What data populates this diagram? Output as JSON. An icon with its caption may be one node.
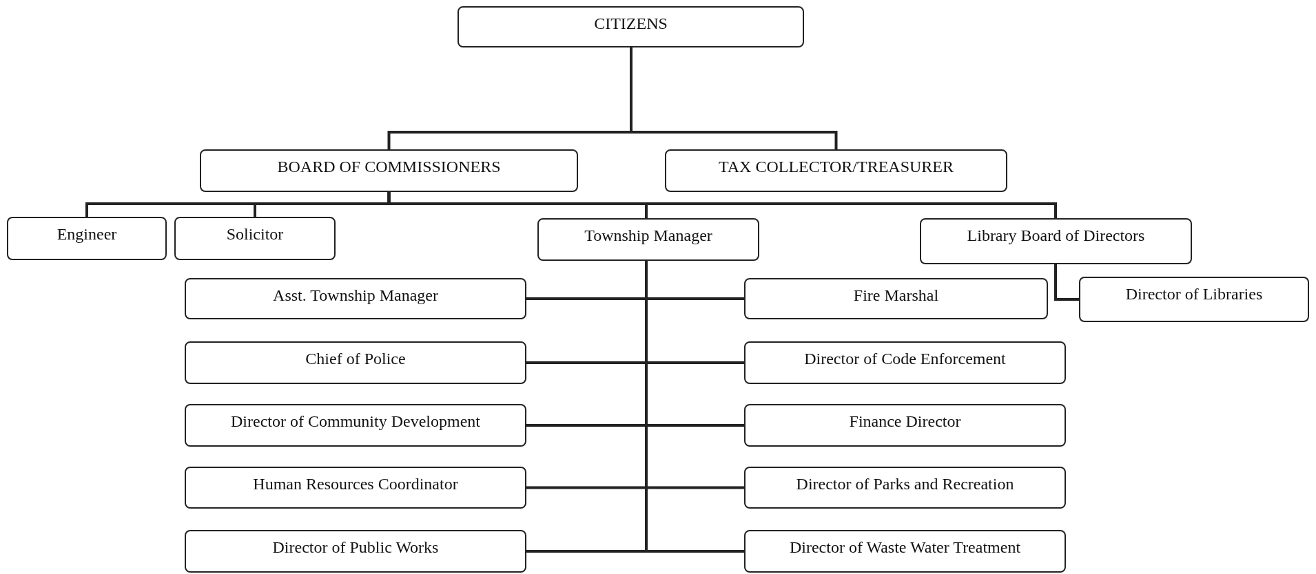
{
  "diagram": {
    "nodes": [
      {
        "text": [
          "CITIZENS"
        ]
      },
      {
        "text": [
          "BOARD OF COMMISSIONERS"
        ]
      },
      {
        "text": [
          "TAX COLLECTOR/TREASURER"
        ]
      },
      {
        "text": [
          "Engineer"
        ]
      },
      {
        "text": [
          "Solicitor"
        ]
      },
      {
        "text": [
          "Township Manager"
        ]
      },
      {
        "text": [
          "Library Board of Directors"
        ]
      },
      {
        "text": [
          "Director of Libraries"
        ]
      },
      {
        "text": [
          "Asst. Township Manager"
        ]
      },
      {
        "text": [
          "Fire Marshal"
        ]
      },
      {
        "text": [
          "Chief of Police"
        ]
      },
      {
        "text": [
          "Director of Code Enforcement"
        ]
      },
      {
        "text": [
          "Director of Community Development"
        ]
      },
      {
        "text": [
          "Finance Director"
        ]
      },
      {
        "text": [
          "Human Resources Coordinator"
        ]
      },
      {
        "text": [
          "Director of Parks and Recreation"
        ]
      },
      {
        "text": [
          "Director of Public Works"
        ]
      },
      {
        "text": [
          "Director of Waste Water Treatment"
        ]
      }
    ],
    "edges": [
      {
        "from": 0,
        "to": 1,
        "arrow": "none"
      },
      {
        "from": 0,
        "to": 2,
        "arrow": "none"
      },
      {
        "from": 1,
        "to": 3,
        "arrow": "none"
      },
      {
        "from": 1,
        "to": 4,
        "arrow": "none"
      },
      {
        "from": 1,
        "to": 5,
        "arrow": "none"
      },
      {
        "from": 1,
        "to": 6,
        "arrow": "none"
      },
      {
        "from": 6,
        "to": 7,
        "arrow": "none"
      },
      {
        "from": 5,
        "to": 8,
        "arrow": "none"
      },
      {
        "from": 5,
        "to": 9,
        "arrow": "none"
      },
      {
        "from": 5,
        "to": 10,
        "arrow": "none"
      },
      {
        "from": 5,
        "to": 11,
        "arrow": "none"
      },
      {
        "from": 5,
        "to": 12,
        "arrow": "none"
      },
      {
        "from": 5,
        "to": 13,
        "arrow": "none"
      },
      {
        "from": 5,
        "to": 14,
        "arrow": "none"
      },
      {
        "from": 5,
        "to": 15,
        "arrow": "none"
      },
      {
        "from": 5,
        "to": 16,
        "arrow": "none"
      },
      {
        "from": 5,
        "to": 17,
        "arrow": "none"
      }
    ]
  }
}
